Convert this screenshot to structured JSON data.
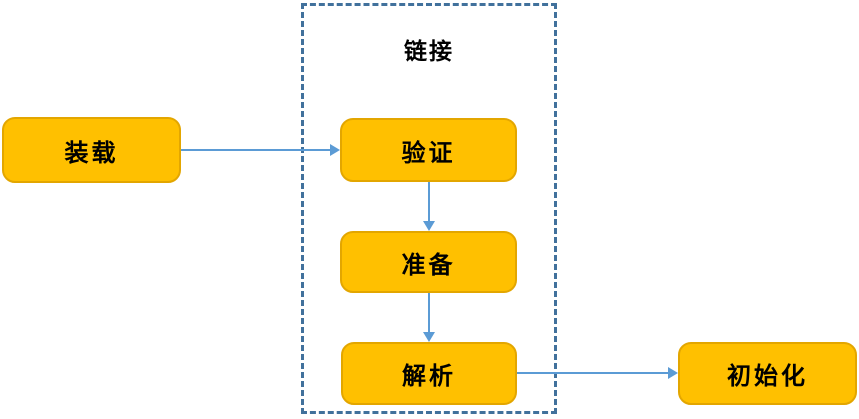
{
  "diagram": {
    "title": "链接",
    "nodes": {
      "load": "装载",
      "verify": "验证",
      "prepare": "准备",
      "resolve": "解析",
      "init": "初始化"
    },
    "edges": [
      {
        "from": "load",
        "to": "verify",
        "direction": "right"
      },
      {
        "from": "verify",
        "to": "prepare",
        "direction": "down"
      },
      {
        "from": "prepare",
        "to": "resolve",
        "direction": "down"
      },
      {
        "from": "resolve",
        "to": "init",
        "direction": "right"
      }
    ],
    "colors": {
      "node_fill": "#FFC000",
      "node_border": "#E3A600",
      "arrow": "#5B9BD5",
      "group_border": "#41719C",
      "text": "#000000",
      "background": "#FFFFFF"
    }
  }
}
